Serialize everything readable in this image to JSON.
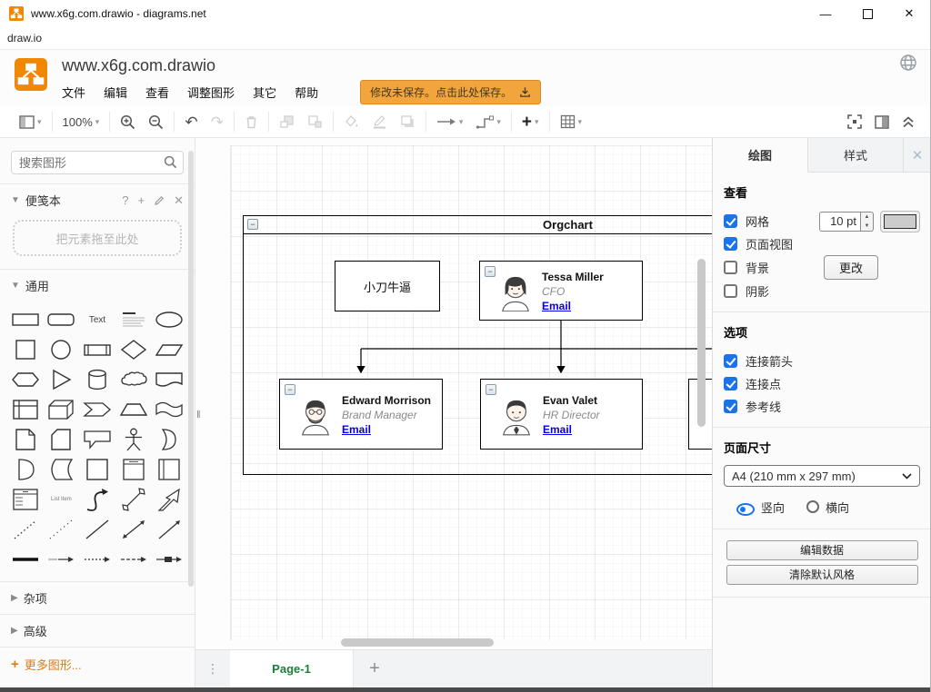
{
  "window": {
    "title": "www.x6g.com.drawio - diagrams.net",
    "app_menu": "draw.io",
    "controls": {
      "minimize": "—",
      "close": "✕"
    }
  },
  "header": {
    "doc_title": "www.x6g.com.drawio",
    "menus": [
      "文件",
      "编辑",
      "查看",
      "调整图形",
      "其它",
      "帮助"
    ],
    "save_banner": "修改未保存。点击此处保存。"
  },
  "toolbar": {
    "zoom_level": "100%",
    "icons": [
      "view-outline",
      "zoom-in",
      "zoom-out",
      "undo",
      "redo",
      "delete",
      "to-front",
      "to-back",
      "fill-color",
      "line-color",
      "shadow",
      "connection",
      "waypoints",
      "insert",
      "table",
      "fullscreen",
      "format-panel",
      "collapse-expand"
    ]
  },
  "sidebar": {
    "search_placeholder": "搜索图形",
    "scratchpad_title": "便笺本",
    "scratchpad_tools": [
      "help",
      "add",
      "edit",
      "close"
    ],
    "scratchpad_hint": "把元素拖至此处",
    "sections": {
      "general": "通用",
      "misc": "杂项",
      "advanced": "高级"
    },
    "more_shapes": "更多图形...",
    "shape_text_label": "Text",
    "shape_list_item_label": "List Item",
    "shapes": [
      "rectangle",
      "rounded-rectangle",
      "text",
      "textbox",
      "ellipse",
      "square",
      "circle",
      "process",
      "diamond",
      "parallelogram",
      "hexagon",
      "triangle",
      "cylinder",
      "cloud",
      "document",
      "internal-storage",
      "cube",
      "step",
      "trapezoid",
      "tape",
      "note",
      "card",
      "callout",
      "actor",
      "or",
      "and",
      "data-storage",
      "container",
      "container-titled",
      "container-vertical",
      "list",
      "list-item",
      "curve",
      "bidirectional-arrow",
      "arrow",
      "dashed-line",
      "dotted-line",
      "line",
      "bidirectional-connector",
      "directional-connector",
      "link",
      "arrow-link",
      "dashed-arrow",
      "dashed-arrow-2",
      "labeled-arrow"
    ]
  },
  "canvas": {
    "container_title": "Orgchart",
    "nodes": [
      {
        "name": "小刀牛逼"
      },
      {
        "name": "Tessa Miller",
        "role": "CFO",
        "link": "Email"
      },
      {
        "name": "Edward Morrison",
        "role": "Brand Manager",
        "link": "Email"
      },
      {
        "name": "Evan Valet",
        "role": "HR Director",
        "link": "Email"
      }
    ]
  },
  "footer": {
    "page_tab": "Page-1",
    "add_page": "+"
  },
  "panel": {
    "tabs": [
      "绘图",
      "样式"
    ],
    "close": "✕",
    "view": {
      "title": "查看",
      "grid": "网格",
      "grid_size": "10 pt",
      "page_view": "页面视图",
      "background": "背景",
      "change_button": "更改",
      "shadow": "阴影"
    },
    "options": {
      "title": "选项",
      "connection_arrows": "连接箭头",
      "connection_points": "连接点",
      "guides": "参考线"
    },
    "page": {
      "title": "页面尺寸",
      "size_value": "A4 (210 mm x 297 mm)",
      "portrait": "竖向",
      "landscape": "横向"
    },
    "buttons": {
      "edit_data": "编辑数据",
      "clear_default_style": "清除默认风格"
    }
  },
  "colors": {
    "brand_orange": "#F08705",
    "save_banner_bg": "#F2A53C",
    "save_banner_border": "#D98B26",
    "link_blue": "#0000EE",
    "page_tab_green": "#188038",
    "control_blue": "#1A73E8"
  }
}
